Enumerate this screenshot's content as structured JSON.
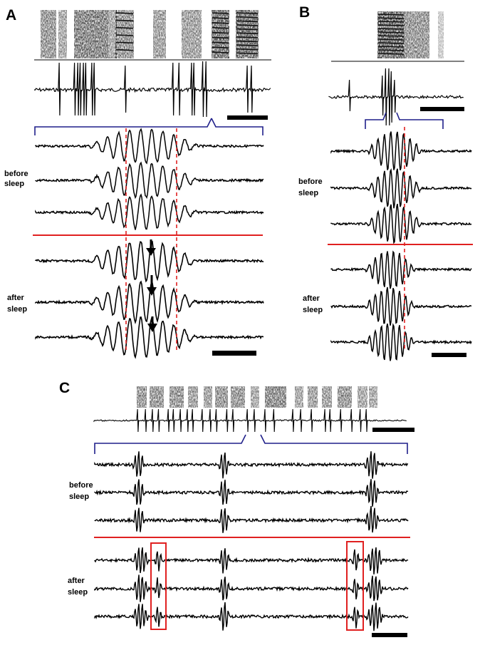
{
  "panels": [
    {
      "id": "A",
      "label": "A",
      "condition_labels": {
        "before": [
          "before",
          "sleep"
        ],
        "after": [
          "after",
          "sleep"
        ]
      }
    },
    {
      "id": "B",
      "label": "B",
      "condition_labels": {
        "before": [
          "before",
          "sleep"
        ],
        "after": [
          "after",
          "sleep"
        ]
      }
    },
    {
      "id": "C",
      "label": "C",
      "condition_labels": {
        "before": [
          "before",
          "sleep"
        ],
        "after": [
          "after",
          "sleep"
        ]
      }
    }
  ],
  "colors": {
    "trace": "#000000",
    "bracket": "#1f1f8a",
    "divider": "#e02020",
    "marker_dashed": "#e02020",
    "highlight_box": "#e02020",
    "spectrogram": "#222222"
  },
  "icons": {
    "arrow": "down-arrow-icon"
  }
}
